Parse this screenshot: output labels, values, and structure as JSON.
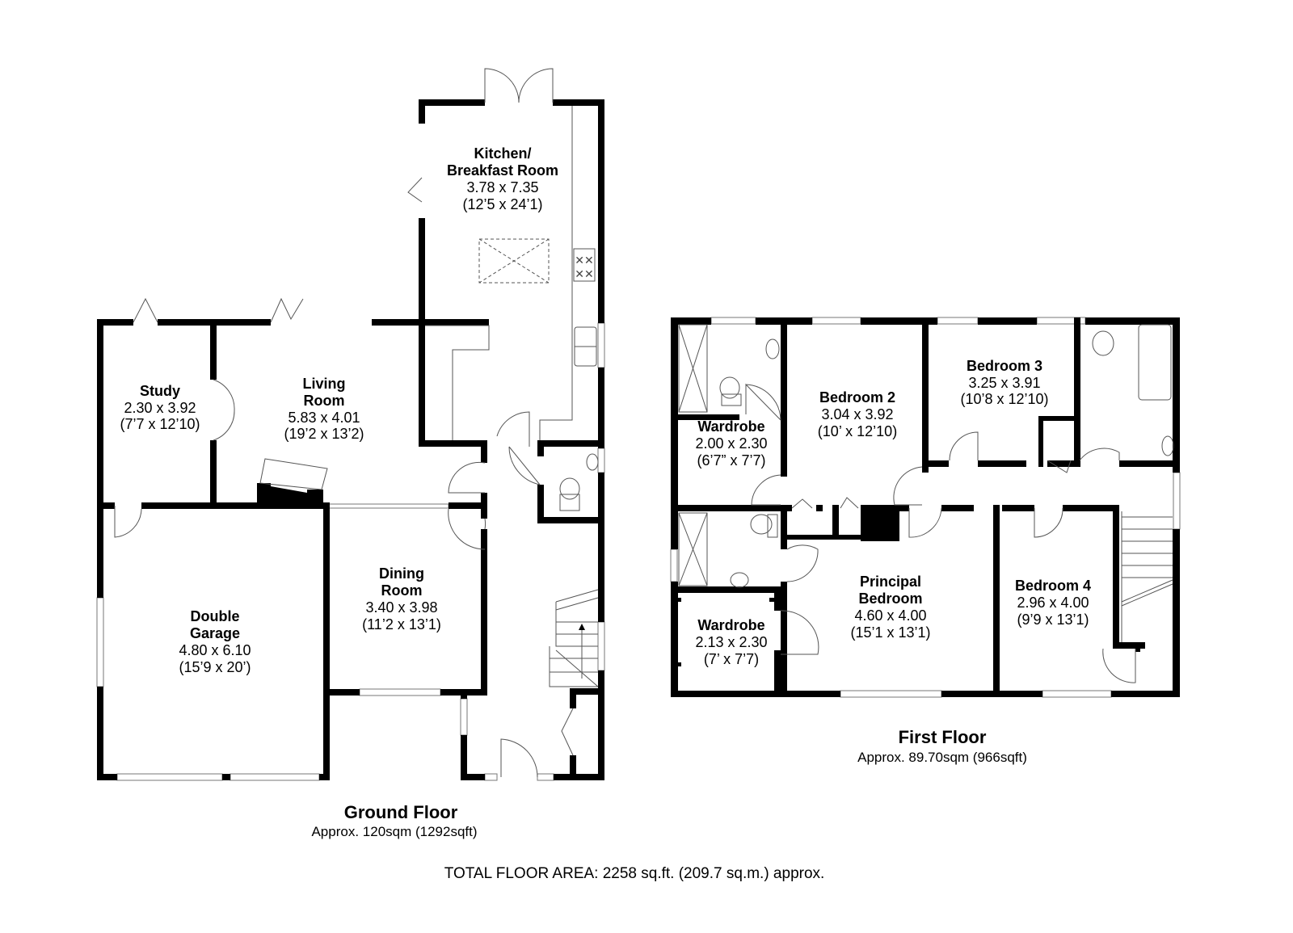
{
  "ground_floor": {
    "title": "Ground Floor",
    "area": "Approx. 120sqm (1292sqft)",
    "rooms": {
      "kitchen": {
        "name1": "Kitchen/",
        "name2": "Breakfast Room",
        "metric": "3.78 x 7.35",
        "imperial": "(12’5 x 24’1)"
      },
      "study": {
        "name1": "Study",
        "metric": "2.30 x 3.92",
        "imperial": "(7’7 x 12’10)"
      },
      "living": {
        "name1": "Living",
        "name2": "Room",
        "metric": "5.83 x 4.01",
        "imperial": "(19’2 x 13’2)"
      },
      "dining": {
        "name1": "Dining",
        "name2": "Room",
        "metric": "3.40 x 3.98",
        "imperial": "(11’2 x 13’1)"
      },
      "garage": {
        "name1": "Double",
        "name2": "Garage",
        "metric": "4.80 x 6.10",
        "imperial": "(15’9 x 20’)"
      }
    }
  },
  "first_floor": {
    "title": "First Floor",
    "area": "Approx. 89.70sqm (966sqft)",
    "rooms": {
      "wardrobe1": {
        "name1": "Wardrobe",
        "metric": "2.00 x 2.30",
        "imperial": "(6’7” x 7’7)"
      },
      "bedroom2": {
        "name1": "Bedroom 2",
        "metric": "3.04 x 3.92",
        "imperial": "(10’ x 12’10)"
      },
      "bedroom3": {
        "name1": "Bedroom 3",
        "metric": "3.25 x 3.91",
        "imperial": "(10’8 x 12’10)"
      },
      "wardrobe2": {
        "name1": "Wardrobe",
        "metric": "2.13 x 2.30",
        "imperial": "(7’ x 7’7)"
      },
      "principal": {
        "name1": "Principal",
        "name2": "Bedroom",
        "metric": "4.60 x 4.00",
        "imperial": "(15’1 x 13’1)"
      },
      "bedroom4": {
        "name1": "Bedroom 4",
        "metric": "2.96 x 4.00",
        "imperial": "(9’9 x 13’1)"
      }
    }
  },
  "total": "TOTAL FLOOR AREA: 2258 sq.ft. (209.7 sq.m.) approx."
}
